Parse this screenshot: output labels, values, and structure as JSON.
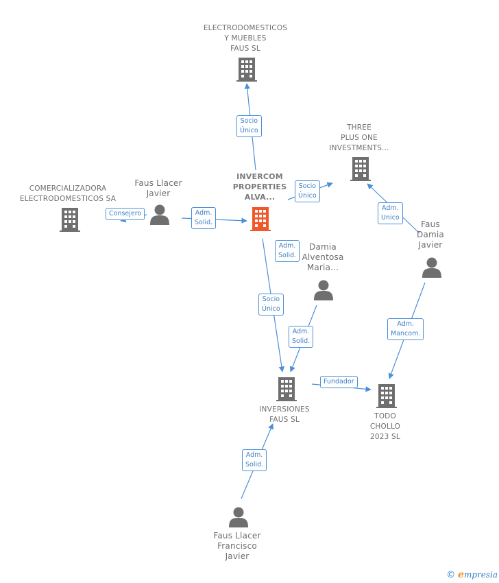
{
  "nodes": {
    "electro_muebles": {
      "label": "ELECTRODOMESTICOS\nY MUEBLES\nFAUS SL",
      "kind": "company"
    },
    "three_plus": {
      "label": "THREE\nPLUS ONE\nINVESTMENTS...",
      "kind": "company"
    },
    "comercializadora": {
      "label": "COMERCIALIZADORA\nELECTRODOMESTICOS SA",
      "kind": "company"
    },
    "faus_llacer_javier": {
      "label": "Faus Llacer\nJavier",
      "kind": "person"
    },
    "invercom": {
      "label": "INVERCOM\nPROPERTIES\nALVA...",
      "kind": "company-main"
    },
    "faus_damia_javier": {
      "label": "Faus\nDamia\nJavier",
      "kind": "person"
    },
    "damia_alventosa": {
      "label": "Damia\nAlventosa\nMaria...",
      "kind": "person"
    },
    "inversiones_faus": {
      "label": "INVERSIONES\nFAUS SL",
      "kind": "company"
    },
    "todo_chollo": {
      "label": "TODO\nCHOLLO\n2023  SL",
      "kind": "company"
    },
    "faus_llacer_francisco": {
      "label": "Faus Llacer\nFrancisco\nJavier",
      "kind": "person"
    }
  },
  "edges": [
    {
      "id": "e1",
      "label": "Socio\nÚnico"
    },
    {
      "id": "e2",
      "label": "Socio\nÚnico"
    },
    {
      "id": "e3",
      "label": "Adm.\nUnico"
    },
    {
      "id": "e4",
      "label": "Consejero"
    },
    {
      "id": "e5",
      "label": "Adm.\nSolid."
    },
    {
      "id": "e6",
      "label": "Adm.\nSolid."
    },
    {
      "id": "e7",
      "label": "Socio\nÚnico"
    },
    {
      "id": "e8",
      "label": "Adm.\nSolid."
    },
    {
      "id": "e9",
      "label": "Adm.\nMancom."
    },
    {
      "id": "e10",
      "label": "Fundador"
    },
    {
      "id": "e11",
      "label": "Adm.\nSolid."
    }
  ],
  "colors": {
    "edge": "#4a8fd8",
    "icon_gray": "#6f6f6f",
    "icon_main": "#f0582a"
  },
  "footer": {
    "copyright": "©",
    "brand_e": "e",
    "brand_rest": "mpresia"
  }
}
